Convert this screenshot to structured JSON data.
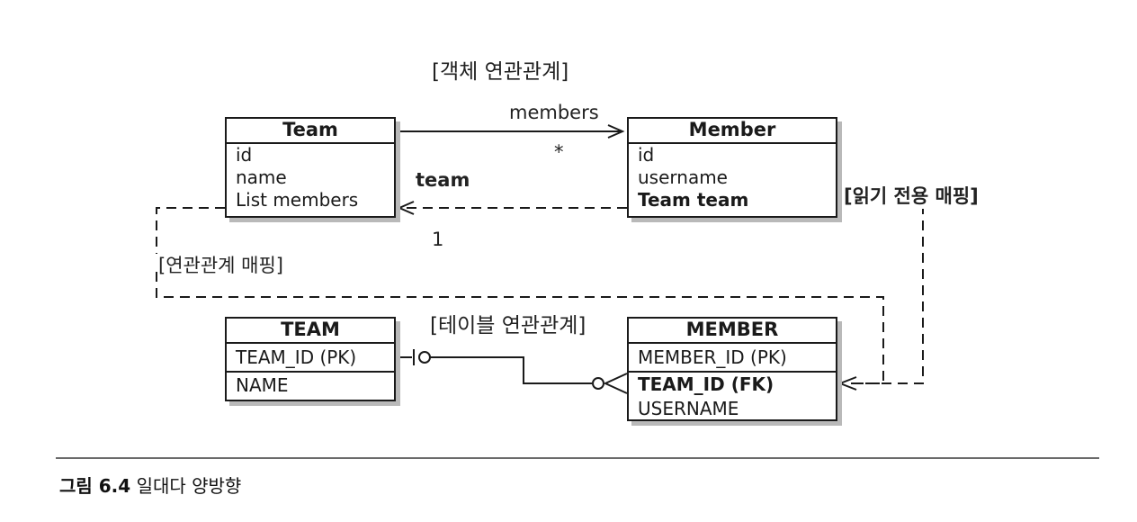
{
  "object_section_title": "[객체 연관관계]",
  "table_section_title": "[테이블 연관관계]",
  "mapping_label": "[연관관계 매핑]",
  "readonly_label": "[읽기 전용 매핑]",
  "edge_labels": {
    "members": "members",
    "many": "*",
    "team": "team",
    "one": "1"
  },
  "entities": {
    "team": {
      "title": "Team",
      "fields": [
        "id",
        "name",
        "List members"
      ]
    },
    "member": {
      "title": "Member",
      "fields": [
        "id",
        "username",
        "Team team"
      ]
    }
  },
  "tables": {
    "team": {
      "title": "TEAM",
      "pk": "TEAM_ID (PK)",
      "fields": [
        "NAME"
      ]
    },
    "member": {
      "title": "MEMBER",
      "pk": "MEMBER_ID (PK)",
      "fields": [
        "TEAM_ID (FK)",
        "USERNAME"
      ]
    }
  },
  "caption": {
    "label": "그림 6.4",
    "text": "일대다 양방향"
  }
}
